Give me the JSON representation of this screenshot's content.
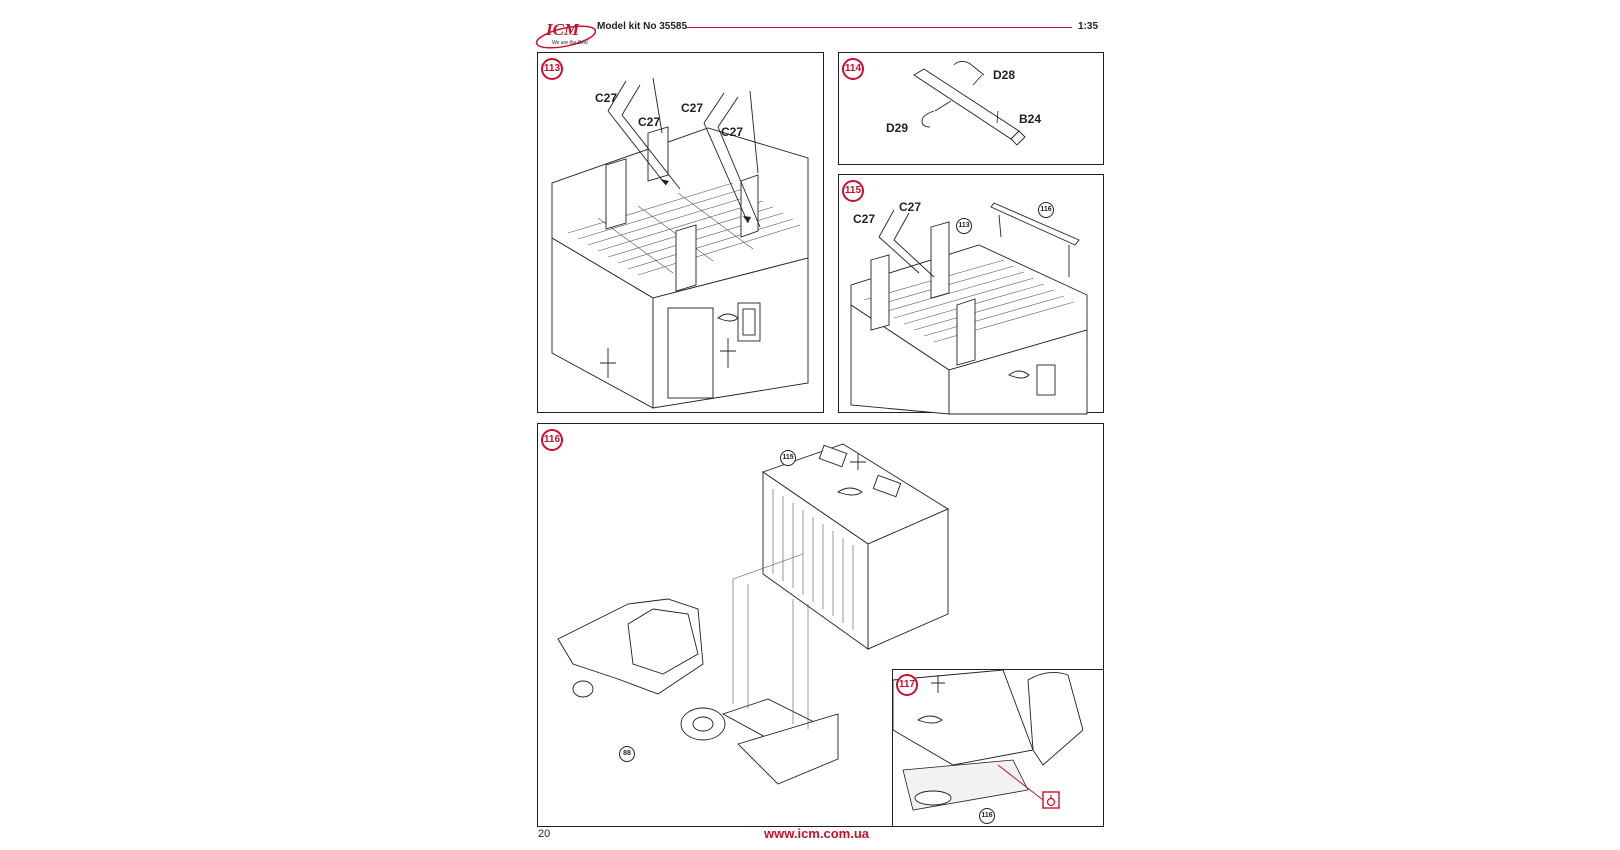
{
  "header": {
    "logo_text": "ICM",
    "logo_tagline": "We are the Best",
    "kit_label": "Model kit No 35585",
    "scale": "1:35"
  },
  "steps": {
    "s113": {
      "number": "113",
      "parts": [
        "C27",
        "C27",
        "C27",
        "C27"
      ]
    },
    "s114": {
      "number": "114",
      "parts": [
        "D28",
        "B24",
        "D29"
      ]
    },
    "s115": {
      "number": "115",
      "parts": [
        "C27",
        "C27"
      ],
      "refs": [
        "113",
        "116"
      ]
    },
    "s116": {
      "number": "116",
      "refs": [
        "115",
        "88"
      ]
    },
    "s117": {
      "number": "117",
      "refs": [
        "116"
      ]
    }
  },
  "footer": {
    "page_number": "20",
    "url": "www.icm.com.ua"
  },
  "colors": {
    "accent": "#c8102e",
    "ink": "#231f20"
  }
}
